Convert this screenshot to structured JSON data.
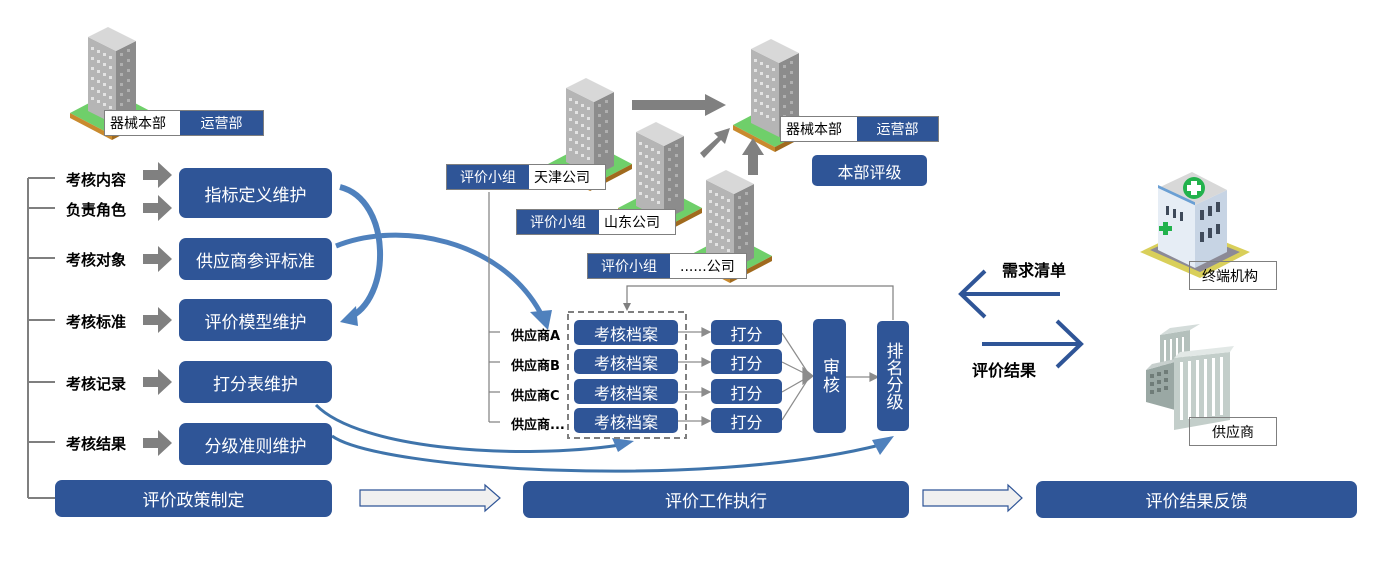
{
  "headquarters_left": {
    "name": "器械本部",
    "dept": "运营部"
  },
  "headquarters_right": {
    "name": "器械本部",
    "dept": "运营部",
    "badge": "本部评级"
  },
  "policy": {
    "inputs": [
      "考核内容",
      "负责角色",
      "考核对象",
      "考核标准",
      "考核记录",
      "考核结果"
    ],
    "boxes": [
      "指标定义维护",
      "供应商参评标准",
      "评价模型维护",
      "打分表维护",
      "分级准则维护"
    ],
    "stage_label": "评价政策制定"
  },
  "groups": [
    {
      "tag": "评价小组",
      "company": "天津公司"
    },
    {
      "tag": "评价小组",
      "company": "山东公司"
    },
    {
      "tag": "评价小组",
      "company": "......公司"
    }
  ],
  "execution": {
    "suppliers": [
      "供应商A",
      "供应商B",
      "供应商C",
      "供应商..."
    ],
    "archive_label": "考核档案",
    "score_label": "打分",
    "review_label": "审核",
    "rank_label": "排名分级",
    "stage_label": "评价工作执行"
  },
  "feedback": {
    "demand_label": "需求清单",
    "result_label": "评价结果",
    "terminal_label": "终端机构",
    "supplier_label": "供应商",
    "stage_label": "评价结果反馈"
  },
  "colors": {
    "navy": "#2f5597",
    "arrow_blue": "#4f81bd",
    "gray_arrow": "#7f7f7f"
  }
}
